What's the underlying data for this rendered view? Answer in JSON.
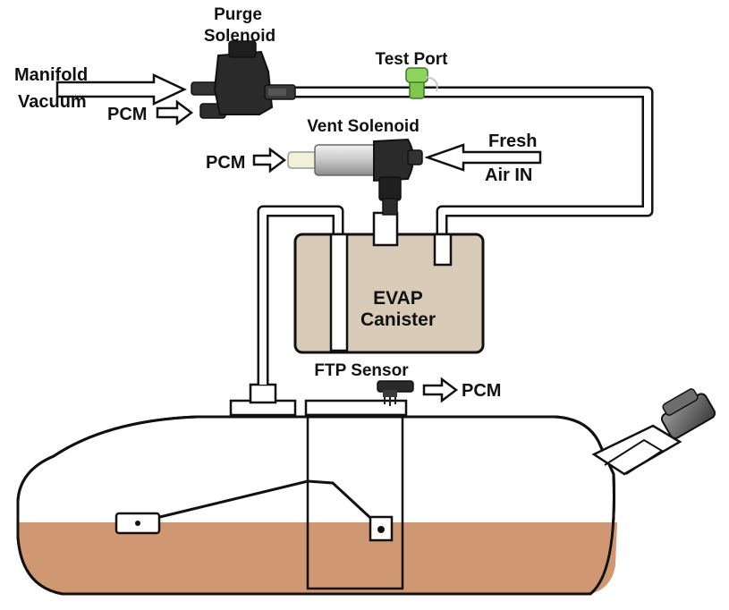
{
  "labels": {
    "purge_solenoid_line1": "Purge",
    "purge_solenoid_line2": "Solenoid",
    "manifold_line1": "Manifold",
    "manifold_line2": "Vacuum",
    "pcm_purge": "PCM",
    "test_port": "Test Port",
    "vent_solenoid": "Vent Solenoid",
    "pcm_vent": "PCM",
    "fresh_air_line1": "Fresh",
    "fresh_air_line2": "Air IN",
    "canister_line1": "EVAP",
    "canister_line2": "Canister",
    "ftp_sensor": "FTP Sensor",
    "pcm_ftp": "PCM"
  },
  "colors": {
    "canister_fill": "#d8ccb8",
    "fuel": "#cf9872",
    "outline": "#111111",
    "test_port": "#7ec850",
    "solenoid_body": "#2a2a2a"
  }
}
